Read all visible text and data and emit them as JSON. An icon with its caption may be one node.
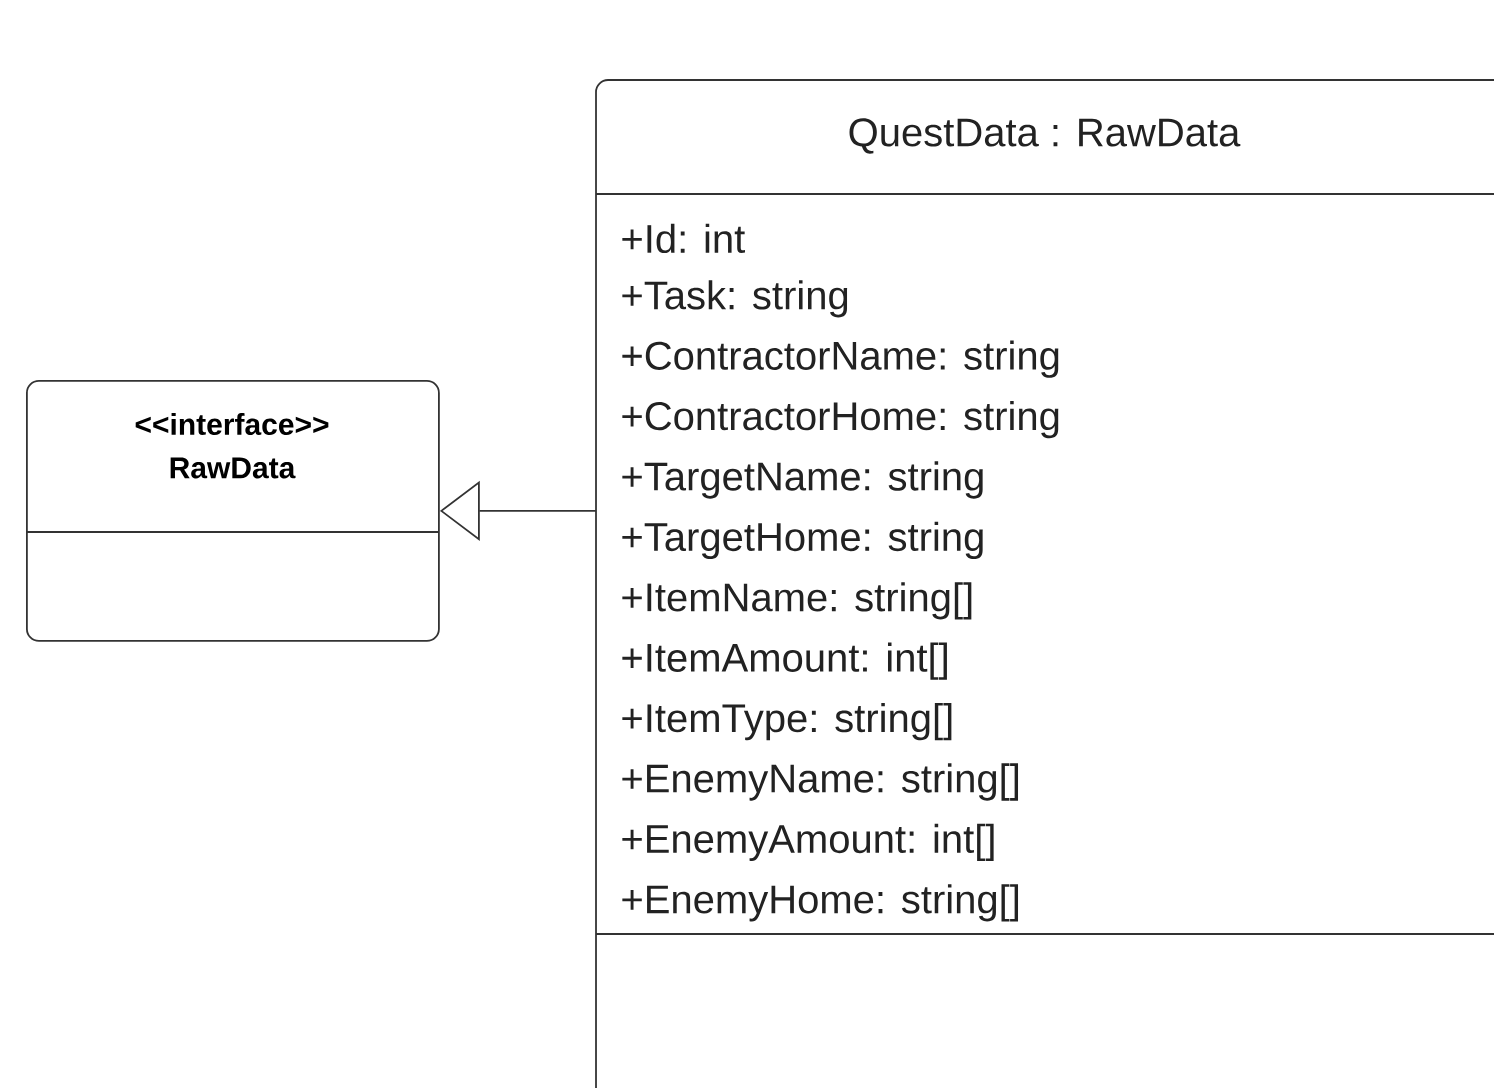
{
  "diagram": {
    "nodes": [
      {
        "text": [
          "<<interface>>",
          "RawData"
        ]
      },
      {
        "text": [
          "QuestData : RawData",
          "+Id: int",
          "+Task: string",
          "+ContractorName: string",
          "+ContractorHome: string",
          "+TargetName: string",
          "+TargetHome: string",
          "+ItemName: string[]",
          "+ItemAmount: int[]",
          "+ItemType: string[]",
          "+EnemyName: string[]",
          "+EnemyAmount: int[]",
          "+EnemyHome: string[]"
        ]
      }
    ],
    "edges": [
      {
        "from": 1,
        "to": 0,
        "arrow": "to"
      }
    ]
  }
}
